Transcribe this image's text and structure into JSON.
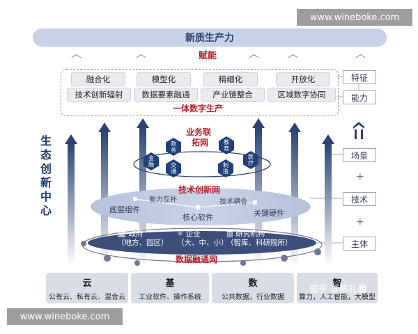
{
  "watermark": {
    "top": "www.wineboke.com",
    "bottom": "www.wineboke.com"
  },
  "top_band": "新质生产力",
  "empower": "赋能",
  "grid": {
    "row1": [
      "融合化",
      "模型化",
      "精细化",
      "开放化"
    ],
    "row2": [
      "技术创新辐射",
      "数据要素融通",
      "产业链整合",
      "区域数字协同"
    ],
    "caption": "一体数字生产"
  },
  "right_labels": {
    "feature": "特征",
    "capability": "能力",
    "scene": "场景",
    "tech": "技术",
    "subject": "主体",
    "plus": "+"
  },
  "left_vertical": [
    "生",
    "态",
    "创",
    "新",
    "中",
    "心"
  ],
  "business": {
    "title_line1": "业务联",
    "title_line2": "拓网",
    "hexes": [
      {
        "l1": "政",
        "l2": "务"
      },
      {
        "l1": "教",
        "l2": "育"
      },
      {
        "l1": "金",
        "l2": "融"
      },
      {
        "l1": "交",
        "l2": "通"
      },
      {
        "l1": "制",
        "l2": "造"
      },
      {
        "l1": "医",
        "l2": "疗"
      }
    ]
  },
  "tech_net": {
    "title": "技术创新网",
    "labels": {
      "capability_sharing": "能力互补",
      "tech_coupling": "技术耦合",
      "base_component": "底层组件",
      "core_software": "核心软件",
      "key_hardware": "关键硬件"
    }
  },
  "subject_band": {
    "gov": "政府",
    "gov_sub": "（地方、园区）",
    "ent": "企业",
    "ent_sub": "（大、中、小）",
    "inst": "研究机构",
    "inst_sub": "（智库、科研院所）"
  },
  "data_net": "数据融通网",
  "bottom": [
    {
      "title": "云",
      "sub": "公有云、私有云、混合云"
    },
    {
      "title": "基",
      "sub": "工业软件、操作系统"
    },
    {
      "title": "数",
      "sub": "公共数据，行业数据"
    },
    {
      "title": "智",
      "sub": "算力，人工智能，大模型"
    }
  ],
  "credit": "知乎 @陈礼腾",
  "colors": {
    "navy": "#22407a",
    "red": "#b5232d",
    "band": "#c6d2e7"
  }
}
